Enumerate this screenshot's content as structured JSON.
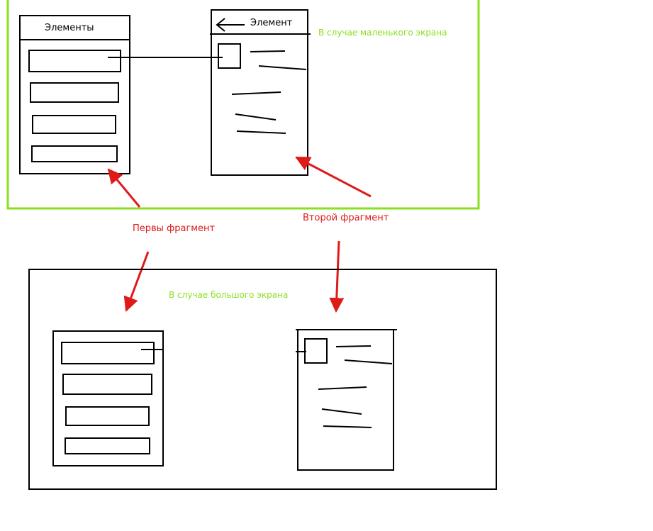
{
  "small_screen": {
    "caption": "В случае маленького экрана",
    "list_fragment": {
      "title": "Элементы"
    },
    "detail_fragment": {
      "title": "Элемент",
      "back_icon": "arrow-left-icon"
    }
  },
  "large_screen": {
    "caption": "В случае большого экрана"
  },
  "labels": {
    "first_fragment": "Первы фрагмент",
    "second_fragment": "Второй фрагмент"
  },
  "colors": {
    "line": "#000000",
    "small_frame": "#88e01e",
    "caption": "#88e01e",
    "annotation": "#e01919"
  }
}
